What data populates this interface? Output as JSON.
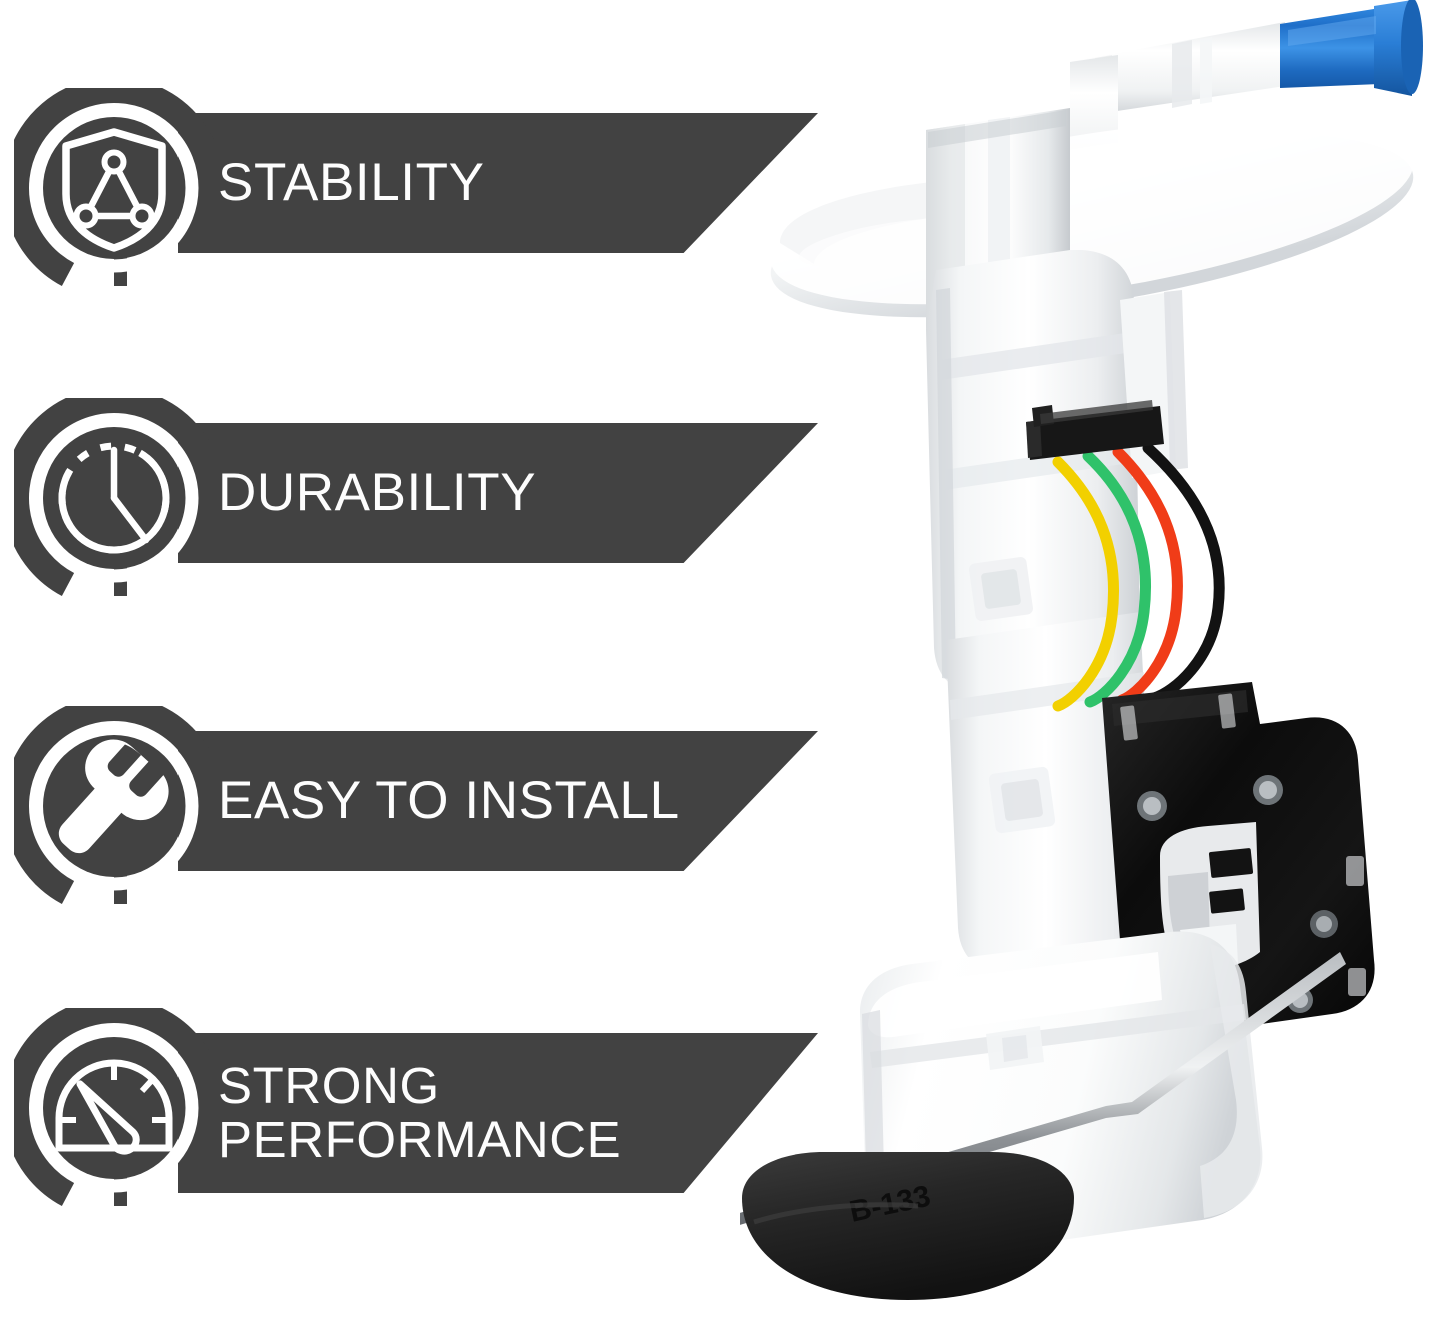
{
  "page": {
    "background_color": "#ffffff",
    "banner_color": "#424242",
    "text_color": "#ffffff"
  },
  "features": [
    {
      "id": "stability",
      "label": "STABILITY",
      "icon": "shield-network-icon",
      "icon_description": "shield outline containing a triangle of connected nodes"
    },
    {
      "id": "durability",
      "label": "DURABILITY",
      "icon": "clock-icon",
      "icon_description": "analog clock face with hour and minute hands and dashed tick marks"
    },
    {
      "id": "easy-to-install",
      "label": "EASY TO INSTALL",
      "icon": "wrench-icon",
      "icon_description": "solid open-end wrench angled diagonally"
    },
    {
      "id": "strong-performance",
      "label_line1": "STRONG",
      "label_line2": "PERFORMANCE",
      "icon": "gauge-icon",
      "icon_description": "semicircular speedometer gauge with a needle and tick marks"
    }
  ],
  "product": {
    "name": "fuel-pump-module-assembly",
    "colors": {
      "body_white": "#fbfbfb",
      "body_shadow": "#d8dadc",
      "body_midtone": "#eef0f1",
      "cap_blue": "#2b7fd6",
      "cap_blue_dark": "#1561b8",
      "cap_blue_light": "#5aa6ea",
      "sender_black": "#101010",
      "float_black": "#232323",
      "rod_metal": "#8d9195",
      "wire_yellow": "#f2d000",
      "wire_green": "#2fc26a",
      "wire_red": "#f03c18",
      "wire_black": "#121212"
    },
    "parts": [
      "mounting-flange",
      "outlet-tube",
      "blue-quick-connect-cap",
      "pump-housing",
      "wire-harness",
      "fuel-level-sender-module",
      "reservoir-canister",
      "float-arm-rod",
      "float"
    ],
    "float_embossed_text": "B-133"
  }
}
